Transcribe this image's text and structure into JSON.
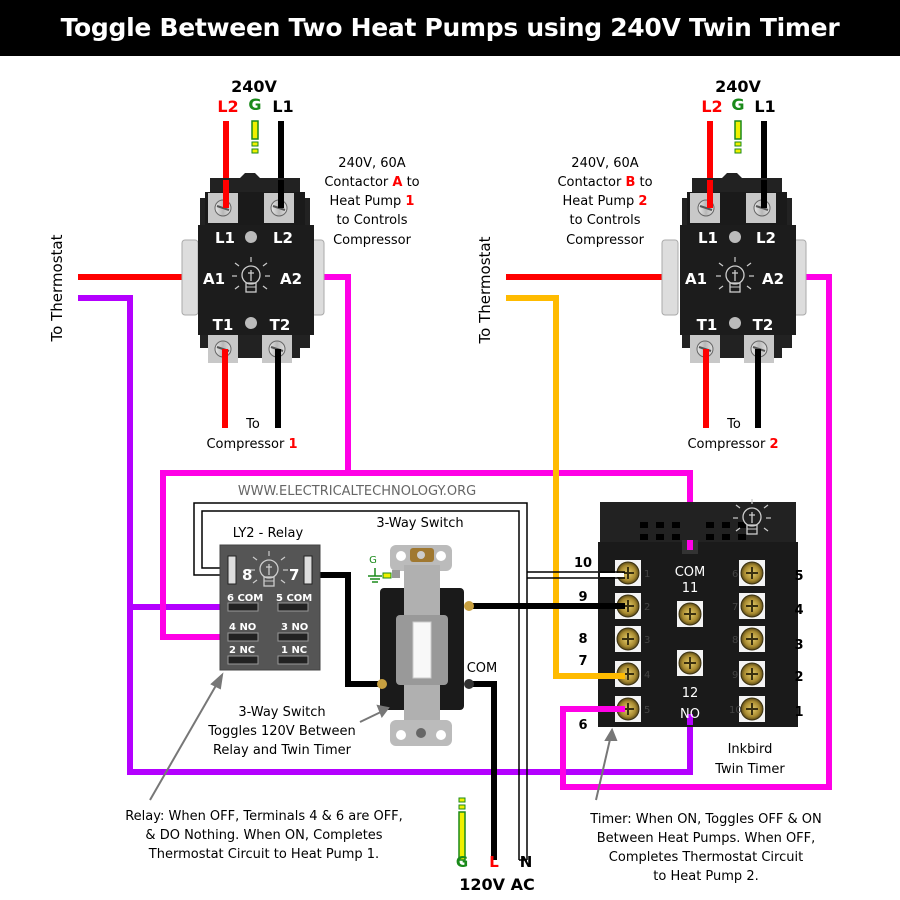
{
  "title": "Toggle Between Two Heat Pumps using 240V Twin Timer",
  "website": "WWW.ELECTRICALTECHNOLOGY.ORG",
  "colors": {
    "red": "#ff0000",
    "black": "#000000",
    "magenta": "#ff00e6",
    "purple": "#b400ff",
    "orange": "#ffbb00",
    "green": "#1a8a1a",
    "yellow": "#f0f000"
  },
  "supply_240v": {
    "a": {
      "voltage": "240V",
      "l2": "L2",
      "g": "G",
      "l1": "L1"
    },
    "b": {
      "voltage": "240V",
      "l2": "L2",
      "g": "G",
      "l1": "L1"
    }
  },
  "contactor_a": {
    "desc_line1": "240V, 60A",
    "desc_line2_pre": "Contactor ",
    "desc_line2_id": "A",
    "desc_line2_post": " to",
    "desc_line3_pre": "Heat Pump ",
    "desc_line3_id": "1",
    "desc_line4": "to Controls",
    "desc_line5": "Compressor",
    "terminals": {
      "l1": "L1",
      "l2": "L2",
      "a1": "A1",
      "a2": "A2",
      "t1": "T1",
      "t2": "T2"
    },
    "to_label": "To",
    "compressor_label": "Compressor ",
    "compressor_id": "1"
  },
  "contactor_b": {
    "desc_line1": "240V, 60A",
    "desc_line2_pre": "Contactor ",
    "desc_line2_id": "B",
    "desc_line2_post": " to",
    "desc_line3_pre": "Heat Pump ",
    "desc_line3_id": "2",
    "desc_line4": "to Controls",
    "desc_line5": "Compressor",
    "terminals": {
      "l1": "L1",
      "l2": "L2",
      "a1": "A1",
      "a2": "A2",
      "t1": "T1",
      "t2": "T2"
    },
    "to_label": "To",
    "compressor_label": "Compressor ",
    "compressor_id": "2"
  },
  "thermostat_left": "To Thermostat",
  "thermostat_right": "To Thermostat",
  "relay": {
    "title": "LY2 - Relay",
    "pins": {
      "p8": "8",
      "p7": "7",
      "p6": "6 COM",
      "p5": "5 COM",
      "p4": "4 NO",
      "p3": "3 NO",
      "p2": "2 NC",
      "p1": "1 NC"
    }
  },
  "switch": {
    "title": "3-Way Switch",
    "ground": "G",
    "com": "COM",
    "caption_line1": "3-Way Switch",
    "caption_line2": "Toggles 120V Between",
    "caption_line3": "Relay and Twin Timer"
  },
  "timer": {
    "left_numbers": [
      "10",
      "9",
      "8",
      "7",
      "6"
    ],
    "right_numbers": [
      "5",
      "4",
      "3",
      "2",
      "1"
    ],
    "inner_left": [
      "1",
      "2",
      "3",
      "4",
      "5"
    ],
    "inner_right": [
      "6",
      "7",
      "8",
      "9",
      "10"
    ],
    "com_label": "COM",
    "com_num": "11",
    "no_num": "12",
    "no_label": "NO",
    "caption_line1": "Inkbird",
    "caption_line2": "Twin Timer"
  },
  "supply_120v": {
    "g": "G",
    "l": "L",
    "n": "N",
    "voltage": "120V AC"
  },
  "notes": {
    "relay_line1": "Relay: When OFF, Terminals 4 & 6 are OFF,",
    "relay_line2": "& DO Nothing. When ON, Completes",
    "relay_line3": "Thermostat Circuit to Heat Pump 1.",
    "timer_line1": "Timer: When ON, Toggles OFF & ON",
    "timer_line2": "Between Heat Pumps. When OFF,",
    "timer_line3": "Completes Thermostat Circuit",
    "timer_line4": "to Heat Pump 2."
  }
}
